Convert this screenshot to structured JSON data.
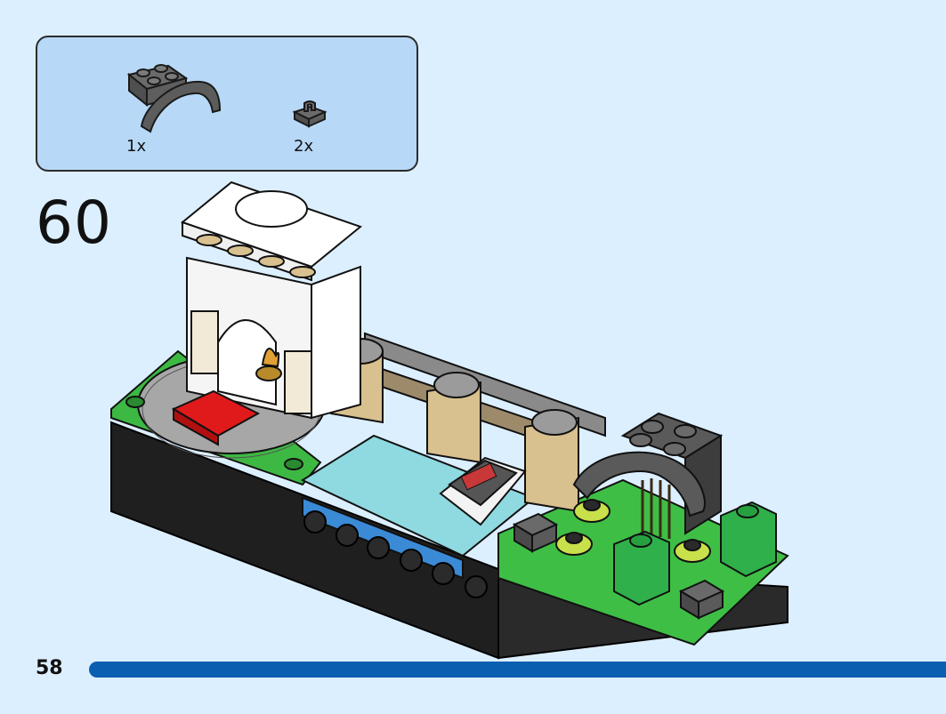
{
  "parts": [
    {
      "qty": "1x",
      "icon": "arch-plate-icon"
    },
    {
      "qty": "2x",
      "icon": "clip-tile-icon"
    }
  ],
  "step": {
    "number": "60"
  },
  "page": {
    "number": "58"
  },
  "progress": {
    "fraction": 1.0
  }
}
